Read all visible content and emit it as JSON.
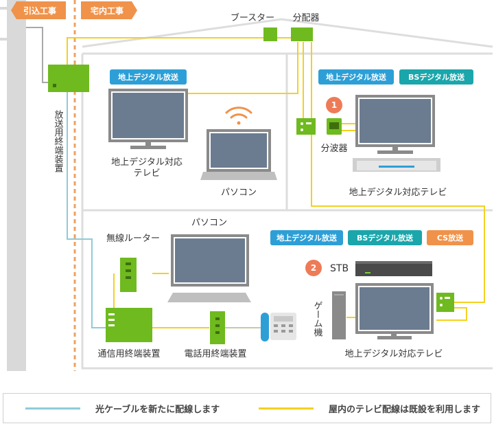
{
  "colors": {
    "fiber": "#8ecbd8",
    "coax": "#f5d020",
    "device_green": "#6fba1f",
    "tag_blue": "#2d9fd6",
    "tag_teal": "#1aa6ab",
    "tag_orange": "#f0924a",
    "badge_orange": "#ee7b57",
    "house_line": "#dddddd",
    "pole": "#d9d9d9"
  },
  "header": {
    "lead_in_flag": "引込工事",
    "indoor_flag": "宅内工事"
  },
  "attic": {
    "booster_label": "ブースター",
    "splitter_label": "分配器"
  },
  "left_device": {
    "label": "放送用終端装置"
  },
  "room1": {
    "tag": "地上デジタル放送",
    "tv_label_line1": "地上デジタル対応",
    "tv_label_line2": "テレビ",
    "laptop_label": "パソコン"
  },
  "room2": {
    "badge": "1",
    "tags": [
      "地上デジタル放送",
      "BSデジタル放送"
    ],
    "separator_label": "分波器",
    "tv_label": "地上デジタル対応テレビ"
  },
  "room3": {
    "router_label": "無線ルーター",
    "laptop_label": "パソコン",
    "comm_device_label": "通信用終端装置",
    "phone_device_label": "電話用終端装置",
    "tags": [
      "地上デジタル放送",
      "BSデジタル放送",
      "CS放送"
    ],
    "badge": "2",
    "stb_label": "STB",
    "game_label": "ゲーム機",
    "tv_label": "地上デジタル対応テレビ"
  },
  "legend": {
    "fiber_label": "光ケーブルを新たに配線します",
    "coax_label": "屋内のテレビ配線は既設を利用します"
  }
}
